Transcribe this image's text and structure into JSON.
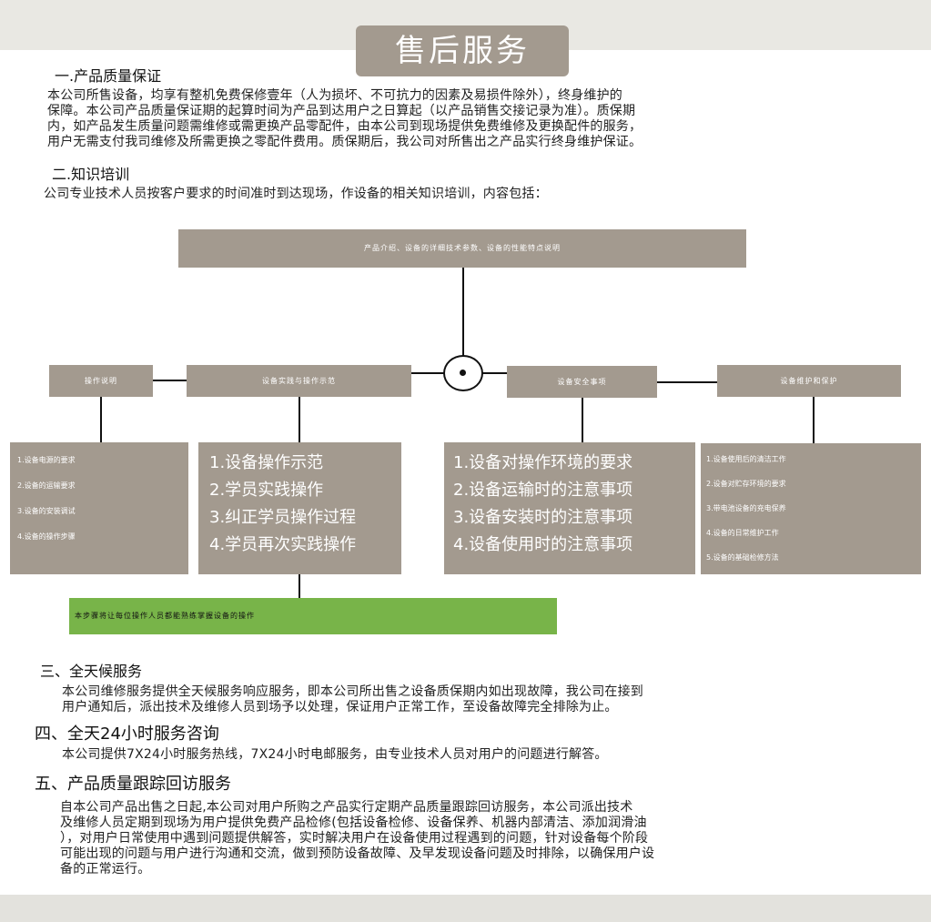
{
  "title": "售后服务",
  "section1": {
    "heading": "一.产品质量保证",
    "lines": [
      "本公司所售设备，均享有整机免费保修壹年（人为损坏、不可抗力的因素及易损件除外），终身维护的",
      "保障。本公司产品质量保证期的起算时间为产品到达用户之日算起（以产品销售交接记录为准）。质保期",
      "内，如产品发生质量问题需维修或需更换产品零配件，由本公司到现场提供免费维修及更换配件的服务，",
      "用户无需支付我司维修及所需更换之零配件费用。质保期后，我公司对所售出之产品实行终身维护保证。"
    ]
  },
  "section2": {
    "heading": "二.知识培训",
    "intro": "公司专业技术人员按客户要求的时间准时到达现场，作设备的相关知识培训，内容包括：",
    "top_box": "产品介绍、设备的详细技术参数、设备的性能特点说明",
    "branches": [
      {
        "label": "操作说明",
        "items": [
          "1.设备电源的要求",
          "2.设备的运输要求",
          "3.设备的安装调试",
          "4.设备的操作步骤"
        ]
      },
      {
        "label": "设备实践与操作示范",
        "items": [
          "1.设备操作示范",
          "2.学员实践操作",
          "3.纠正学员操作过程",
          "4.学员再次实践操作"
        ]
      },
      {
        "label": "设备安全事项",
        "items": [
          "1.设备对操作环境的要求",
          "2.设备运输时的注意事项",
          "3.设备安装时的注意事项",
          "4.设备使用时的注意事项"
        ]
      },
      {
        "label": "设备维护和保护",
        "items": [
          "1.设备使用后的清洁工作",
          "2.设备对贮存环境的要求",
          "3.带电池设备的充电保养",
          "4.设备的日常维护工作",
          "5.设备的基础检修方法"
        ]
      }
    ],
    "summary": "本步骤将让每位操作人员都能熟练掌握设备的操作"
  },
  "section3": {
    "heading": "三、全天候服务",
    "lines": [
      "本公司维修服务提供全天候服务响应服务，即本公司所出售之设备质保期内如出现故障，我公司在接到",
      "用户通知后，派出技术及维修人员到场予以处理，保证用户正常工作，至设备故障完全排除为止。"
    ]
  },
  "section4": {
    "heading": "四、全天24小时服务咨询",
    "lines": [
      "本公司提供7X24小时服务热线，7X24小时电邮服务，由专业技术人员对用户的问题进行解答。"
    ]
  },
  "section5": {
    "heading": "五、产品质量跟踪回访服务",
    "lines": [
      "自本公司产品出售之日起,本公司对用户所购之产品实行定期产品质量跟踪回访服务，本公司派出技术",
      "及维修人员定期到现场为用户提供免费产品检修(包括设备检修、设备保养、机器内部清洁、添加润滑油",
      "），对用户日常使用中遇到问题提供解答，实时解决用户在设备使用过程遇到的问题，针对设备每个阶段",
      "可能出现的问题与用户进行沟通和交流，做到预防设备故障、及早发现设备问题及时排除，以确保用户设",
      "备的正常运行。"
    ]
  },
  "colors": {
    "box": "#a39a8f",
    "summary": "#78b449",
    "background": "#e9e8e3"
  }
}
